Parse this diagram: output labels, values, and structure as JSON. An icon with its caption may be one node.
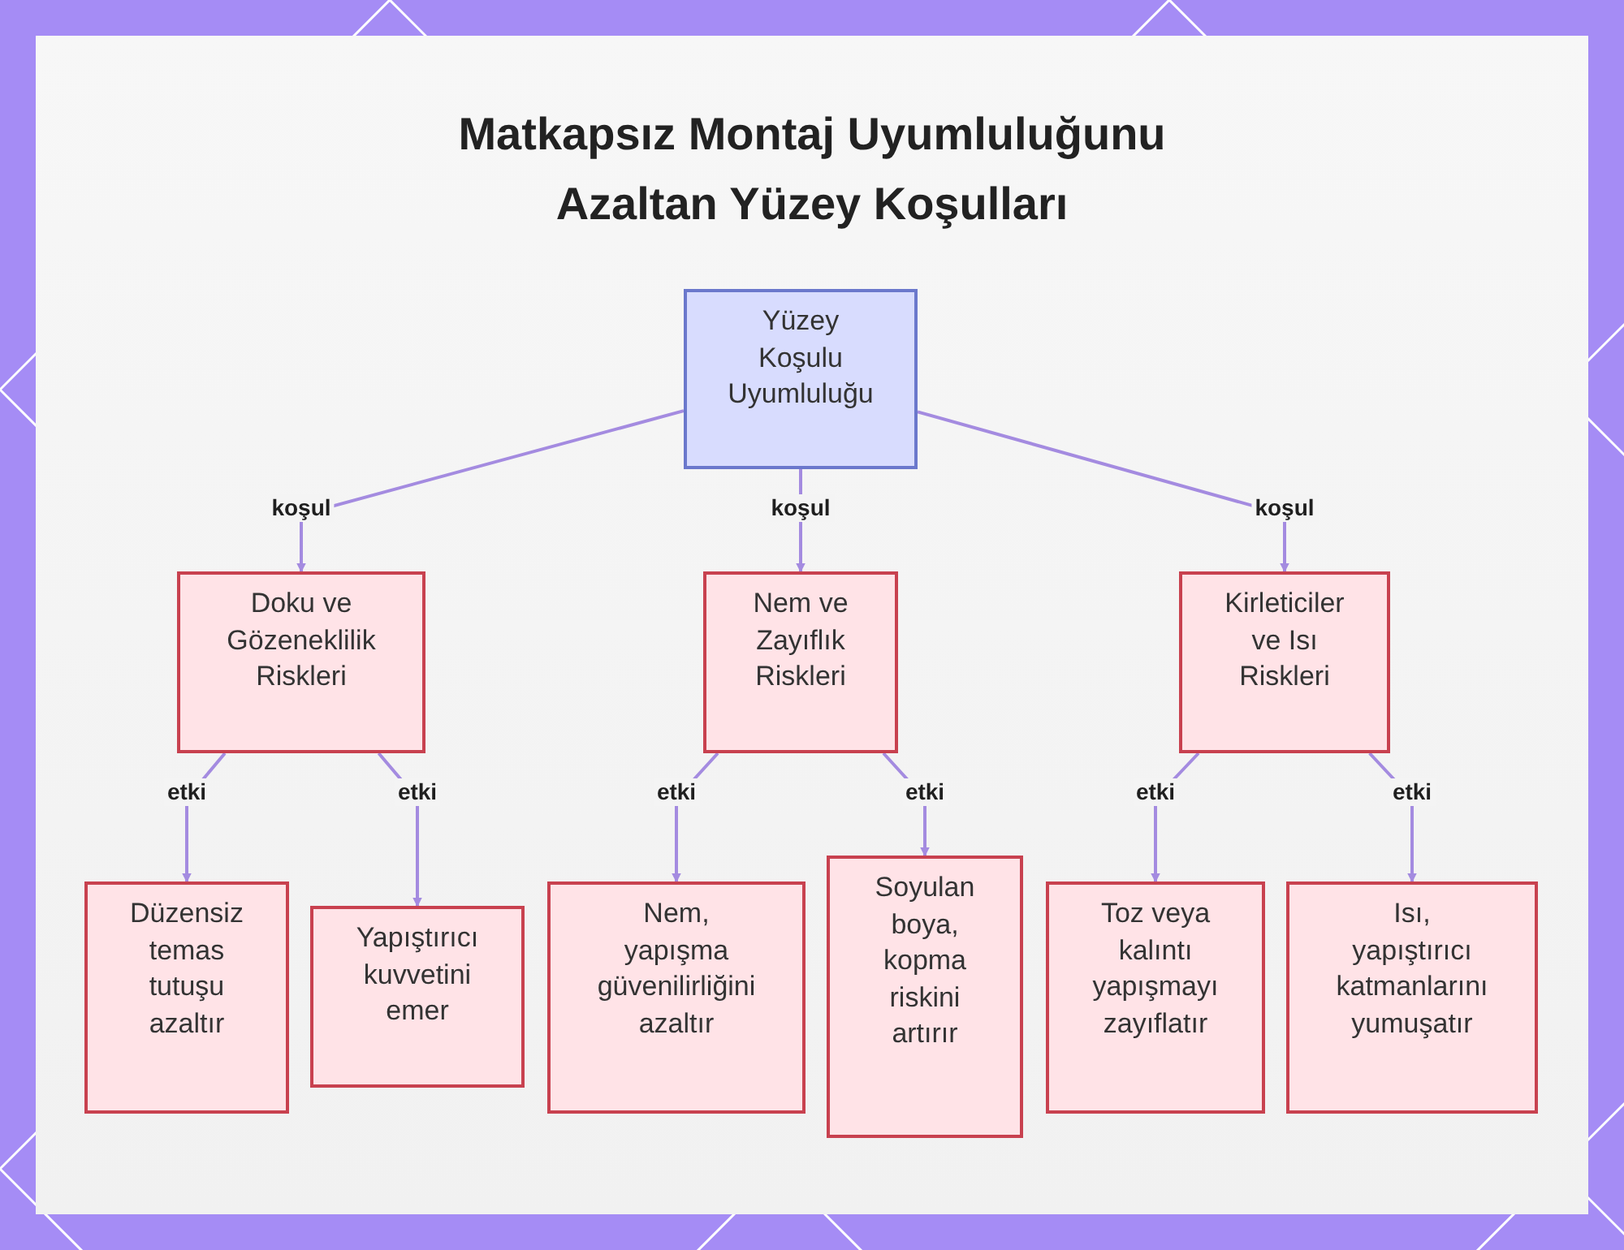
{
  "diagram": {
    "title": "Matkapsız Montaj Uyumluluğunu Azaltan Yüzey Koşulları",
    "nodes": [
      {
        "text": [
          "Yüzey Koşulu Uyumluluğu"
        ]
      },
      {
        "text": [
          "Doku ve Gözeneklilik Riskleri"
        ]
      },
      {
        "text": [
          "Nem ve Zayıflık Riskleri"
        ]
      },
      {
        "text": [
          "Kirleticiler ve Isı Riskleri"
        ]
      },
      {
        "text": [
          "Düzensiz temas tutuşu azaltır"
        ]
      },
      {
        "text": [
          "Yapıştırıcı kuvvetini emer"
        ]
      },
      {
        "text": [
          "Nem, yapışma güvenilirliğini azaltır"
        ]
      },
      {
        "text": [
          "Soyulan boya, kopma riskini artırır"
        ]
      },
      {
        "text": [
          "Toz veya kalıntı yapışmayı zayıflatır"
        ]
      },
      {
        "text": [
          "Isı, yapıştırıcı katmanlarını yumuşatır"
        ]
      }
    ],
    "edges": [
      {
        "from": 0,
        "to": 1,
        "arrow": "to",
        "label": "koşul"
      },
      {
        "from": 0,
        "to": 2,
        "arrow": "to",
        "label": "koşul"
      },
      {
        "from": 0,
        "to": 3,
        "arrow": "to",
        "label": "koşul"
      },
      {
        "from": 1,
        "to": 4,
        "arrow": "to",
        "label": "etki"
      },
      {
        "from": 1,
        "to": 5,
        "arrow": "to",
        "label": "etki"
      },
      {
        "from": 2,
        "to": 6,
        "arrow": "to",
        "label": "etki"
      },
      {
        "from": 2,
        "to": 7,
        "arrow": "to",
        "label": "etki"
      },
      {
        "from": 3,
        "to": 8,
        "arrow": "to",
        "label": "etki"
      },
      {
        "from": 3,
        "to": 9,
        "arrow": "to",
        "label": "etki"
      }
    ]
  }
}
